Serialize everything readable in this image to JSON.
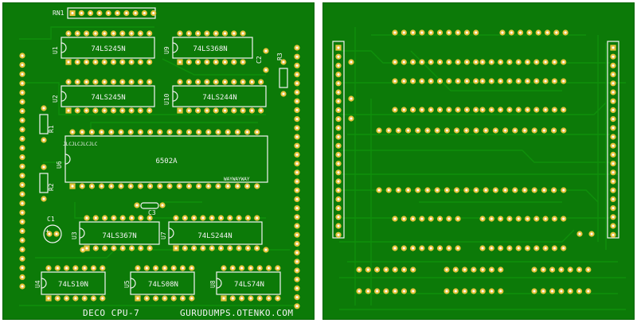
{
  "front": {
    "refs": {
      "rn1": "RN1",
      "u1": "U1",
      "u9": "U9",
      "u2": "U2",
      "u10": "U10",
      "u6": "U6",
      "u3": "U3",
      "u7": "U7",
      "u4": "U4",
      "u5": "U5",
      "u8": "U8",
      "r1": "R1",
      "r2": "R2",
      "r3": "R3",
      "c1": "C1",
      "c2": "C2",
      "c3": "C3",
      "c1_plus": "+"
    },
    "chips": {
      "u1": "74LS245N",
      "u9": "74LS368N",
      "u2": "74LS245N",
      "u10": "74LS244N",
      "u6": "6502A",
      "u3": "74LS367N",
      "u7": "74LS244N",
      "u4": "74LS10N",
      "u5": "74LS08N",
      "u8": "74LS74N"
    },
    "cpu_mark_top": "JLCJLCJLCJLC",
    "cpu_mark_bottom": "WAYWAYWAY",
    "footer_left": "DECO CPU-7",
    "footer_right": "GURUDUMPS.OTENKO.COM"
  },
  "colors": {
    "board": "#0c7a08",
    "trace": "#0f8f0b",
    "pad": "#e6c23a",
    "hole": "#ffffff",
    "silkscreen": "#f4f4f4"
  }
}
